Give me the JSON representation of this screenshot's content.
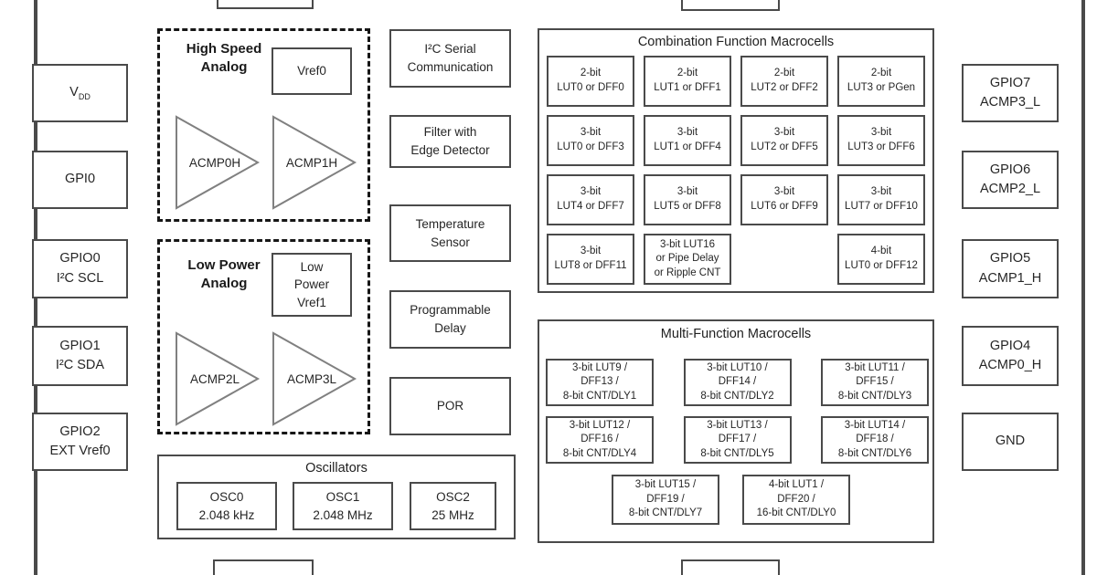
{
  "pins": {
    "left": [
      {
        "main": "V",
        "sub": "DD"
      },
      {
        "label": "GPI0"
      },
      {
        "label": "GPIO0\nI²C SCL"
      },
      {
        "label": "GPIO1\nI²C SDA"
      },
      {
        "label": "GPIO2\nEXT Vref0"
      }
    ],
    "right": [
      {
        "label": "GPIO7\nACMP3_L"
      },
      {
        "label": "GPIO6\nACMP2_L"
      },
      {
        "label": "GPIO5\nACMP1_H"
      },
      {
        "label": "GPIO4\nACMP0_H"
      },
      {
        "label": "GND"
      }
    ]
  },
  "analog_high_speed": {
    "title": "High Speed\nAnalog",
    "vref_label": "Vref0",
    "comparators": [
      "ACMP0H",
      "ACMP1H"
    ]
  },
  "analog_low_power": {
    "title": "Low Power\nAnalog",
    "vref_label": "Low\nPower\nVref1",
    "comparators": [
      "ACMP2L",
      "ACMP3L"
    ]
  },
  "middle_blocks": [
    {
      "label": "I²C Serial\nCommunication"
    },
    {
      "label": "Filter with\nEdge Detector"
    },
    {
      "label": "Temperature\nSensor"
    },
    {
      "label": "Programmable\nDelay"
    },
    {
      "label": "POR"
    }
  ],
  "oscillators": {
    "title": "Oscillators",
    "items": [
      {
        "label": "OSC0\n2.048 kHz"
      },
      {
        "label": "OSC1\n2.048 MHz"
      },
      {
        "label": "OSC2\n25 MHz"
      }
    ]
  },
  "combination_macrocells": {
    "title": "Combination Function Macrocells",
    "cells": [
      {
        "label": "2-bit\nLUT0 or DFF0"
      },
      {
        "label": "2-bit\nLUT1 or DFF1"
      },
      {
        "label": "2-bit\nLUT2 or DFF2"
      },
      {
        "label": "2-bit\nLUT3 or PGen"
      },
      {
        "label": "3-bit\nLUT0 or DFF3"
      },
      {
        "label": "3-bit\nLUT1 or DFF4"
      },
      {
        "label": "3-bit\nLUT2 or DFF5"
      },
      {
        "label": "3-bit\nLUT3 or DFF6"
      },
      {
        "label": "3-bit\nLUT4 or DFF7"
      },
      {
        "label": "3-bit\nLUT5 or DFF8"
      },
      {
        "label": "3-bit\nLUT6 or DFF9"
      },
      {
        "label": "3-bit\nLUT7 or DFF10"
      },
      {
        "label": "3-bit\nLUT8 or DFF11"
      },
      {
        "label": "3-bit LUT16\nor Pipe Delay\nor Ripple CNT"
      },
      {
        "label": ""
      },
      {
        "label": "4-bit\nLUT0 or DFF12"
      }
    ]
  },
  "multi_function_macrocells": {
    "title": "Multi-Function Macrocells",
    "cells": [
      {
        "label": "3-bit LUT9 /\nDFF13 /\n8-bit CNT/DLY1"
      },
      {
        "label": "3-bit LUT10 /\nDFF14 /\n8-bit CNT/DLY2"
      },
      {
        "label": "3-bit LUT11 /\nDFF15 /\n8-bit CNT/DLY3"
      },
      {
        "label": "3-bit LUT12 /\nDFF16 /\n8-bit CNT/DLY4"
      },
      {
        "label": "3-bit LUT13 /\nDFF17 /\n8-bit CNT/DLY5"
      },
      {
        "label": "3-bit LUT14 /\nDFF18 /\n8-bit CNT/DLY6"
      },
      {
        "label": "3-bit LUT15 /\nDFF19 /\n8-bit CNT/DLY7"
      },
      {
        "label": "4-bit LUT1 /\nDFF20 /\n16-bit CNT/DLY0"
      }
    ]
  },
  "colors": {
    "line": "#4a4a4a",
    "comparator_stroke": "#808080",
    "text": "#262626",
    "background": "#ffffff"
  }
}
